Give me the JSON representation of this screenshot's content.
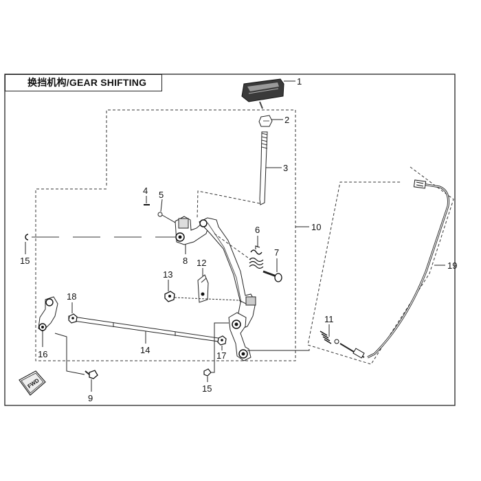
{
  "diagram": {
    "title": "换挡机构/GEAR SHIFTING",
    "direction_tag": "FWD",
    "callouts": [
      "1",
      "2",
      "3",
      "4",
      "5",
      "6",
      "7",
      "8",
      "9",
      "10",
      "11",
      "12",
      "13",
      "14",
      "15",
      "15",
      "16",
      "17",
      "18",
      "19"
    ]
  }
}
